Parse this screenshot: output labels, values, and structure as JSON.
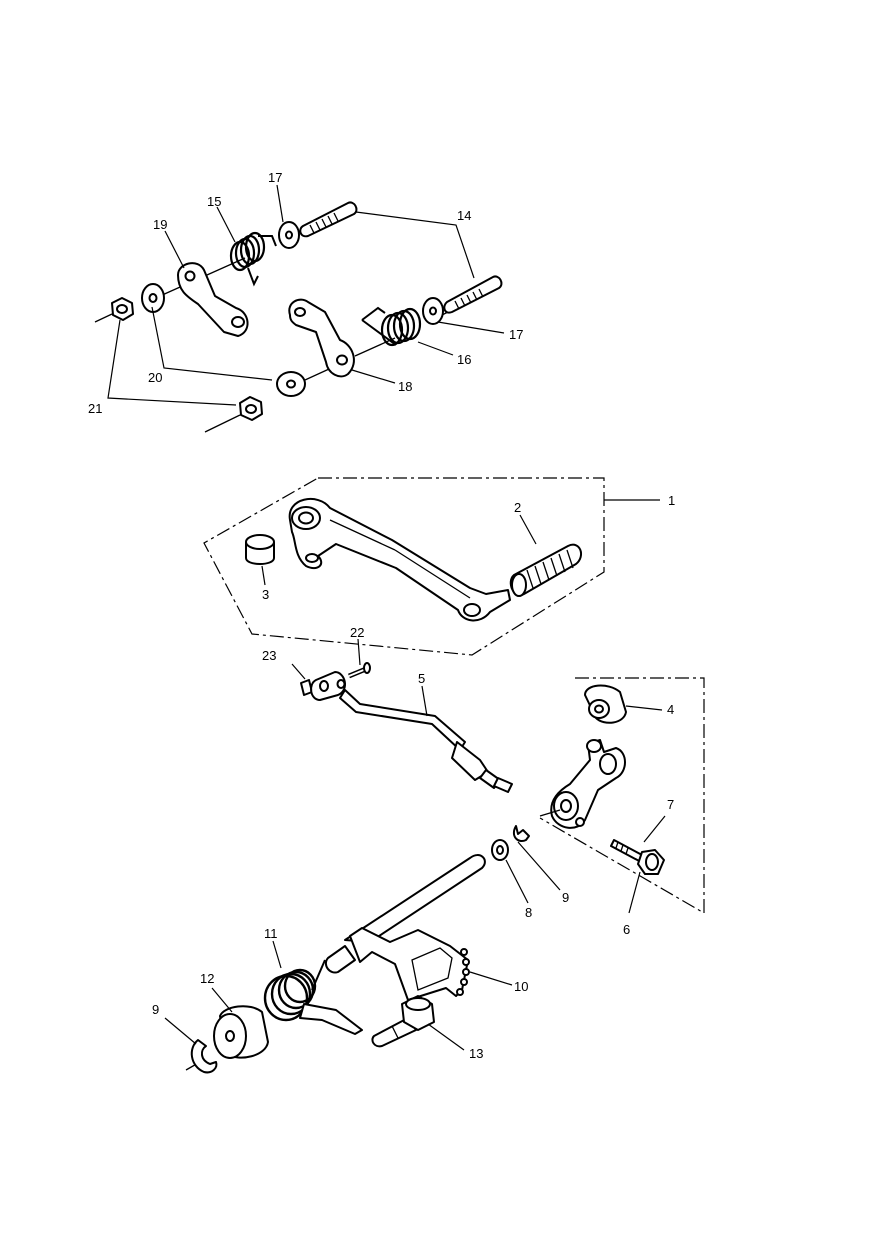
{
  "callouts": [
    {
      "id": "1",
      "text": "1"
    },
    {
      "id": "2",
      "text": "2"
    },
    {
      "id": "3",
      "text": "3"
    },
    {
      "id": "4",
      "text": "4"
    },
    {
      "id": "5",
      "text": "5"
    },
    {
      "id": "6",
      "text": "6"
    },
    {
      "id": "7",
      "text": "7"
    },
    {
      "id": "8",
      "text": "8"
    },
    {
      "id": "9a",
      "text": "9"
    },
    {
      "id": "9b",
      "text": "9"
    },
    {
      "id": "10",
      "text": "10"
    },
    {
      "id": "11",
      "text": "11"
    },
    {
      "id": "12",
      "text": "12"
    },
    {
      "id": "13",
      "text": "13"
    },
    {
      "id": "14",
      "text": "14"
    },
    {
      "id": "15",
      "text": "15"
    },
    {
      "id": "16",
      "text": "16"
    },
    {
      "id": "17a",
      "text": "17"
    },
    {
      "id": "17b",
      "text": "17"
    },
    {
      "id": "18",
      "text": "18"
    },
    {
      "id": "19",
      "text": "19"
    },
    {
      "id": "20",
      "text": "20"
    },
    {
      "id": "21",
      "text": "21"
    },
    {
      "id": "22",
      "text": "22"
    },
    {
      "id": "23",
      "text": "23"
    }
  ]
}
